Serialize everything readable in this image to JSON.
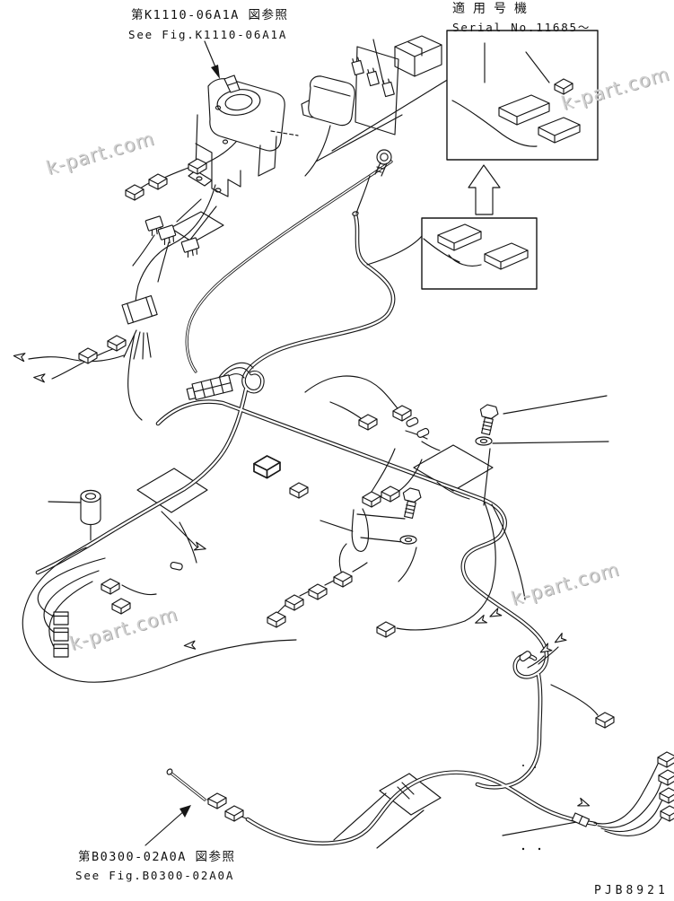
{
  "colors": {
    "background": "#ffffff",
    "line": "#161616",
    "watermark": "#d2d2d2"
  },
  "labels": {
    "ref_top": {
      "jp": "第K1110-06A1A 図参照",
      "en": "See Fig.K1110-06A1A"
    },
    "serial_note": {
      "jp": "適用号機",
      "en": "Serial No.11685〜"
    },
    "ref_bottom": {
      "jp": "第B0300-02A0A 図参照",
      "en": "See Fig.B0300-02A0A"
    },
    "drawing_no": "PJB8921"
  },
  "watermark": {
    "text": "k-part.com"
  },
  "icons": {
    "up_arrow": "hollow-up-arrow",
    "leader_arrow": "filled-leader-arrow",
    "serial_detail_box": "serial-applicability-detail-box",
    "connector_cube": "wire-connector",
    "bolt": "hex-bolt-with-washer",
    "pump": "washer-motor-assembly"
  }
}
